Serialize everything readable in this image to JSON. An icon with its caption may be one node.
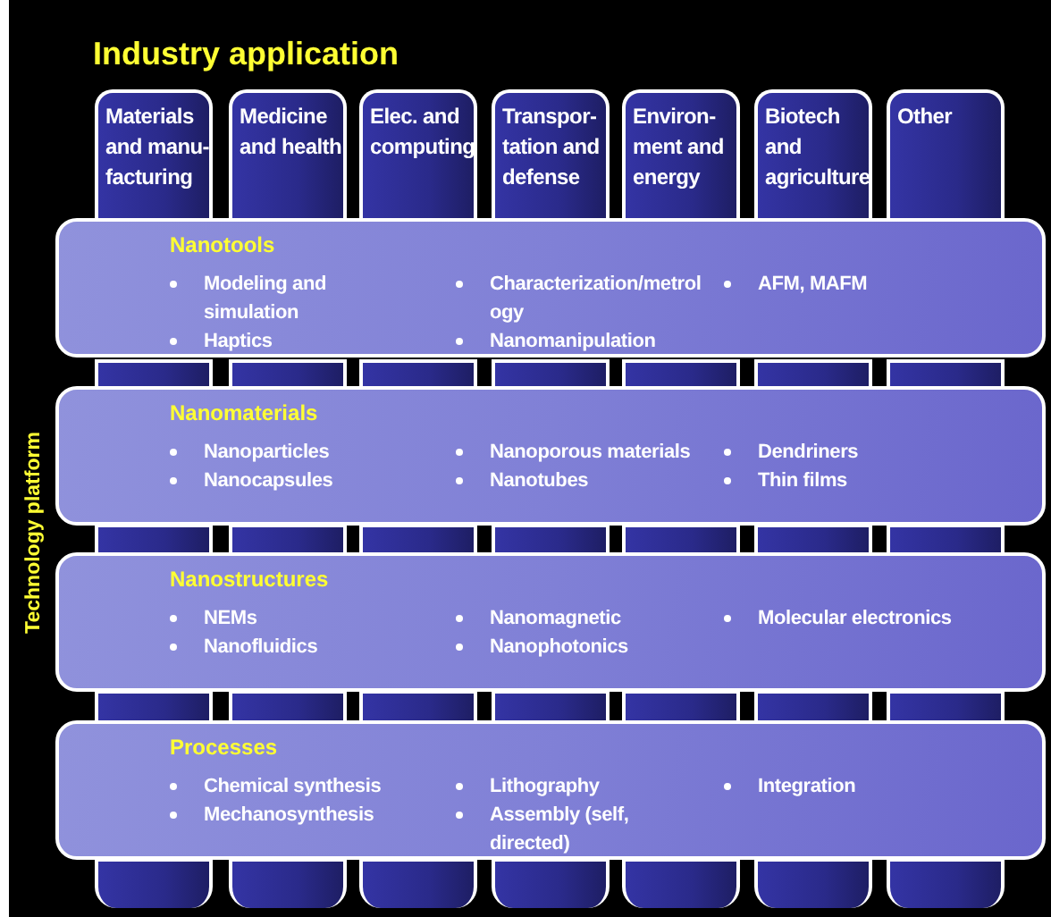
{
  "diagram": {
    "title": "Industry application",
    "nodes": [
      {
        "text": [
          "Materials and manu- facturing"
        ]
      },
      {
        "text": [
          "Medicine and health"
        ]
      },
      {
        "text": [
          "Elec. and computing"
        ]
      },
      {
        "text": [
          "Transpor- tation and defense"
        ]
      },
      {
        "text": [
          "Environ- ment and energy"
        ]
      },
      {
        "text": [
          "Biotech and agriculture"
        ]
      },
      {
        "text": [
          "Other"
        ]
      },
      {
        "text": [
          "Nanotools",
          "Modeling and simulation",
          "Haptics",
          "Characterization/metrology",
          "Nanomanipulation",
          "AFM, MAFM"
        ]
      },
      {
        "text": [
          "Nanomaterials",
          "Nanoparticles",
          "Nanocapsules",
          "Nanoporous materials",
          "Nanotubes",
          "Dendriners",
          "Thin films"
        ]
      },
      {
        "text": [
          "Nanostructures",
          "NEMs",
          "Nanofluidics",
          "Nanomagnetic",
          "Nanophotonics",
          "Molecular electronics"
        ]
      },
      {
        "text": [
          "Processes",
          "Chemical synthesis",
          "Mechanosynthesis",
          "Lithography",
          "Assembly (self, directed)",
          "Integration"
        ]
      }
    ],
    "edges": [],
    "labels": [
      "Technology platform"
    ]
  }
}
